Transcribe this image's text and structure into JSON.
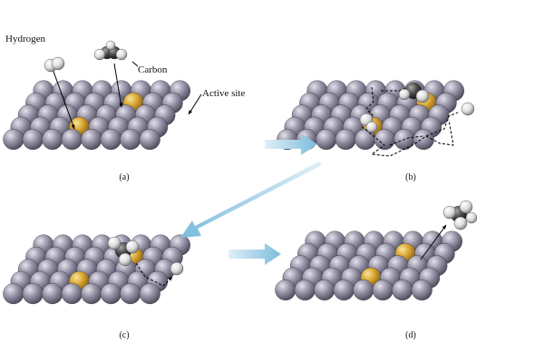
{
  "labels": {
    "hydrogen": "Hydrogen",
    "carbon": "Carbon",
    "active_site": "Active site"
  },
  "captions": {
    "a": "(a)",
    "b": "(b)",
    "c": "(c)",
    "d": "(d)"
  },
  "colors": {
    "background": "#ffffff",
    "surface_atom": "#8f8ba0",
    "active_site": "#d7a531",
    "hydrogen_atom": "#e6e6e6",
    "carbon_atom": "#4a4a4a",
    "transition_arrow": "#8ec6e0",
    "pointer_line": "#000000",
    "path_line": "#000000"
  },
  "icons": {
    "transition": "arrow-right-icon",
    "pathway": "dashed-path-icon"
  }
}
